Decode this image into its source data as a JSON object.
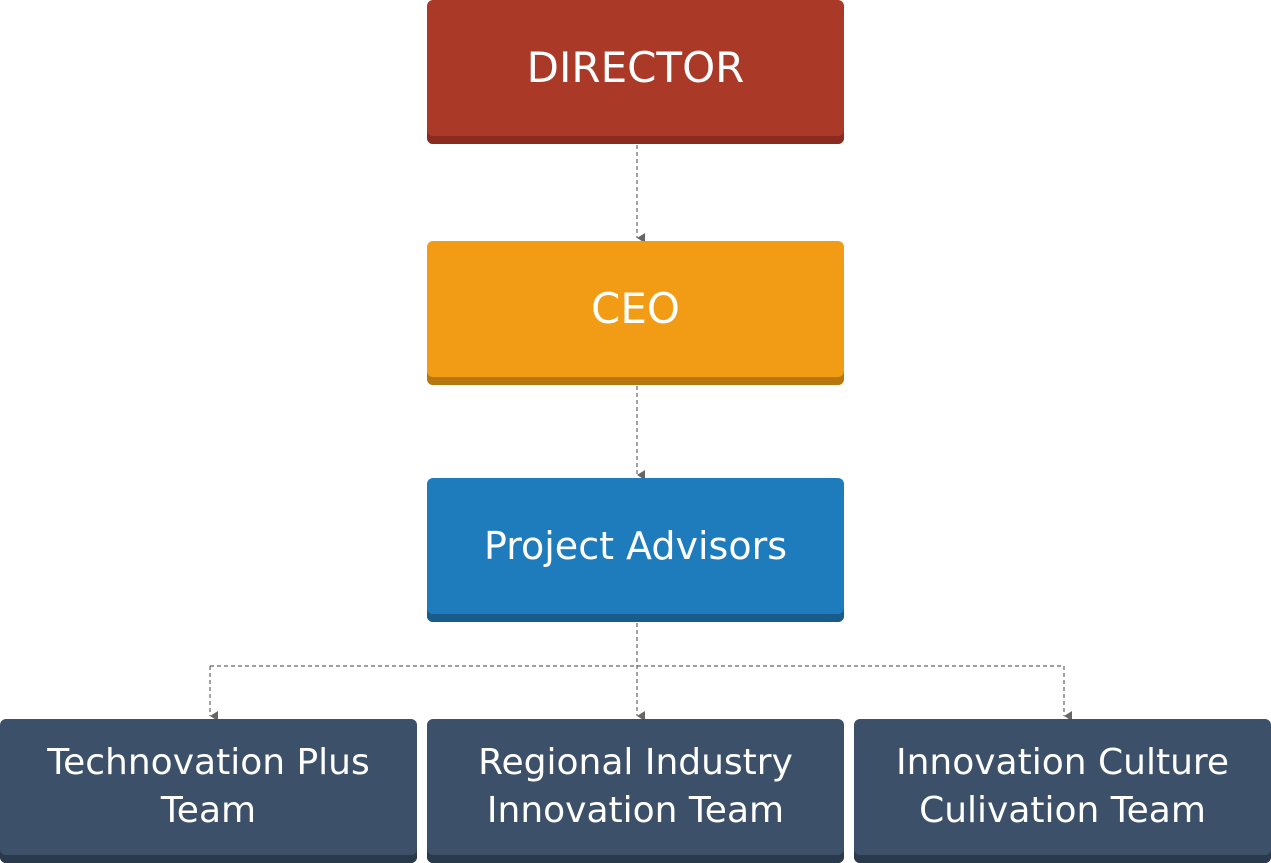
{
  "colors": {
    "director": "#AA3928",
    "director_shadow": "#8B2A1E",
    "ceo": "#F19C14",
    "ceo_shadow": "#B5770E",
    "advisors": "#1F7CBC",
    "advisors_shadow": "#195B8A",
    "team": "#3C5169",
    "team_shadow": "#2A3A4C",
    "connector": "#666666"
  },
  "nodes": {
    "director": {
      "label": "DIRECTOR"
    },
    "ceo": {
      "label": "CEO"
    },
    "advisors": {
      "label": "Project Advisors"
    },
    "teams": [
      {
        "line1": "Technovation Plus",
        "line2": "Team"
      },
      {
        "line1": "Regional Industry",
        "line2": "Innovation Team"
      },
      {
        "line1": "Innovation Culture",
        "line2": "Culivation Team"
      }
    ]
  }
}
